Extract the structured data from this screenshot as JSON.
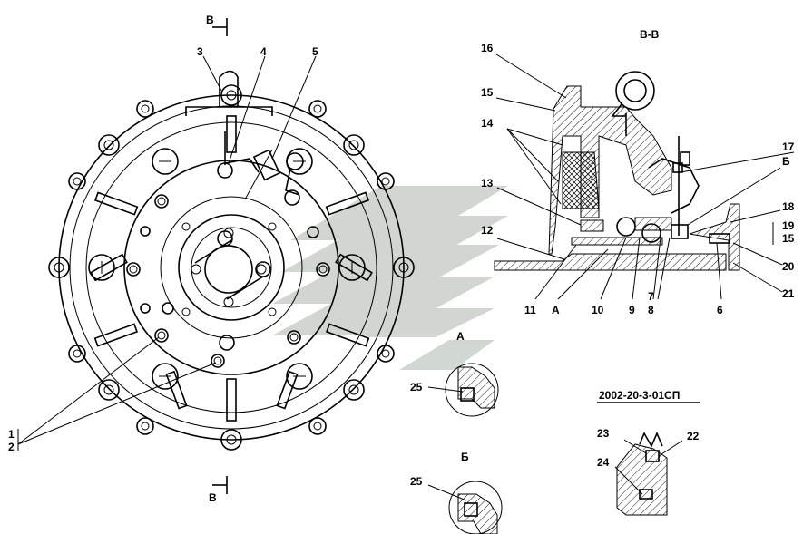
{
  "section_marks": {
    "top": "В",
    "bottom": "В"
  },
  "section_title": "В-В",
  "view_a_title": "А",
  "view_b_title": "Б",
  "drawing_code": "2002-20-3-01СП",
  "callouts": {
    "c1": "1",
    "c2": "2",
    "c3": "3",
    "c4": "4",
    "c5": "5",
    "c6": "6",
    "c7": "7",
    "c8": "8",
    "c9": "9",
    "c10": "10",
    "c11": "11",
    "c12": "12",
    "c13": "13",
    "c14": "14",
    "c15a": "15",
    "c15b": "15",
    "c16": "16",
    "c17": "17",
    "c18": "18",
    "c19": "19",
    "c20": "20",
    "c21": "21",
    "c22": "22",
    "c23": "23",
    "c24": "24",
    "c25a": "25",
    "c25b": "25",
    "sec_a": "А",
    "sec_b": "Б"
  },
  "colors": {
    "line": "#000000",
    "watermark": "#c8cfc8",
    "background": "#ffffff"
  }
}
